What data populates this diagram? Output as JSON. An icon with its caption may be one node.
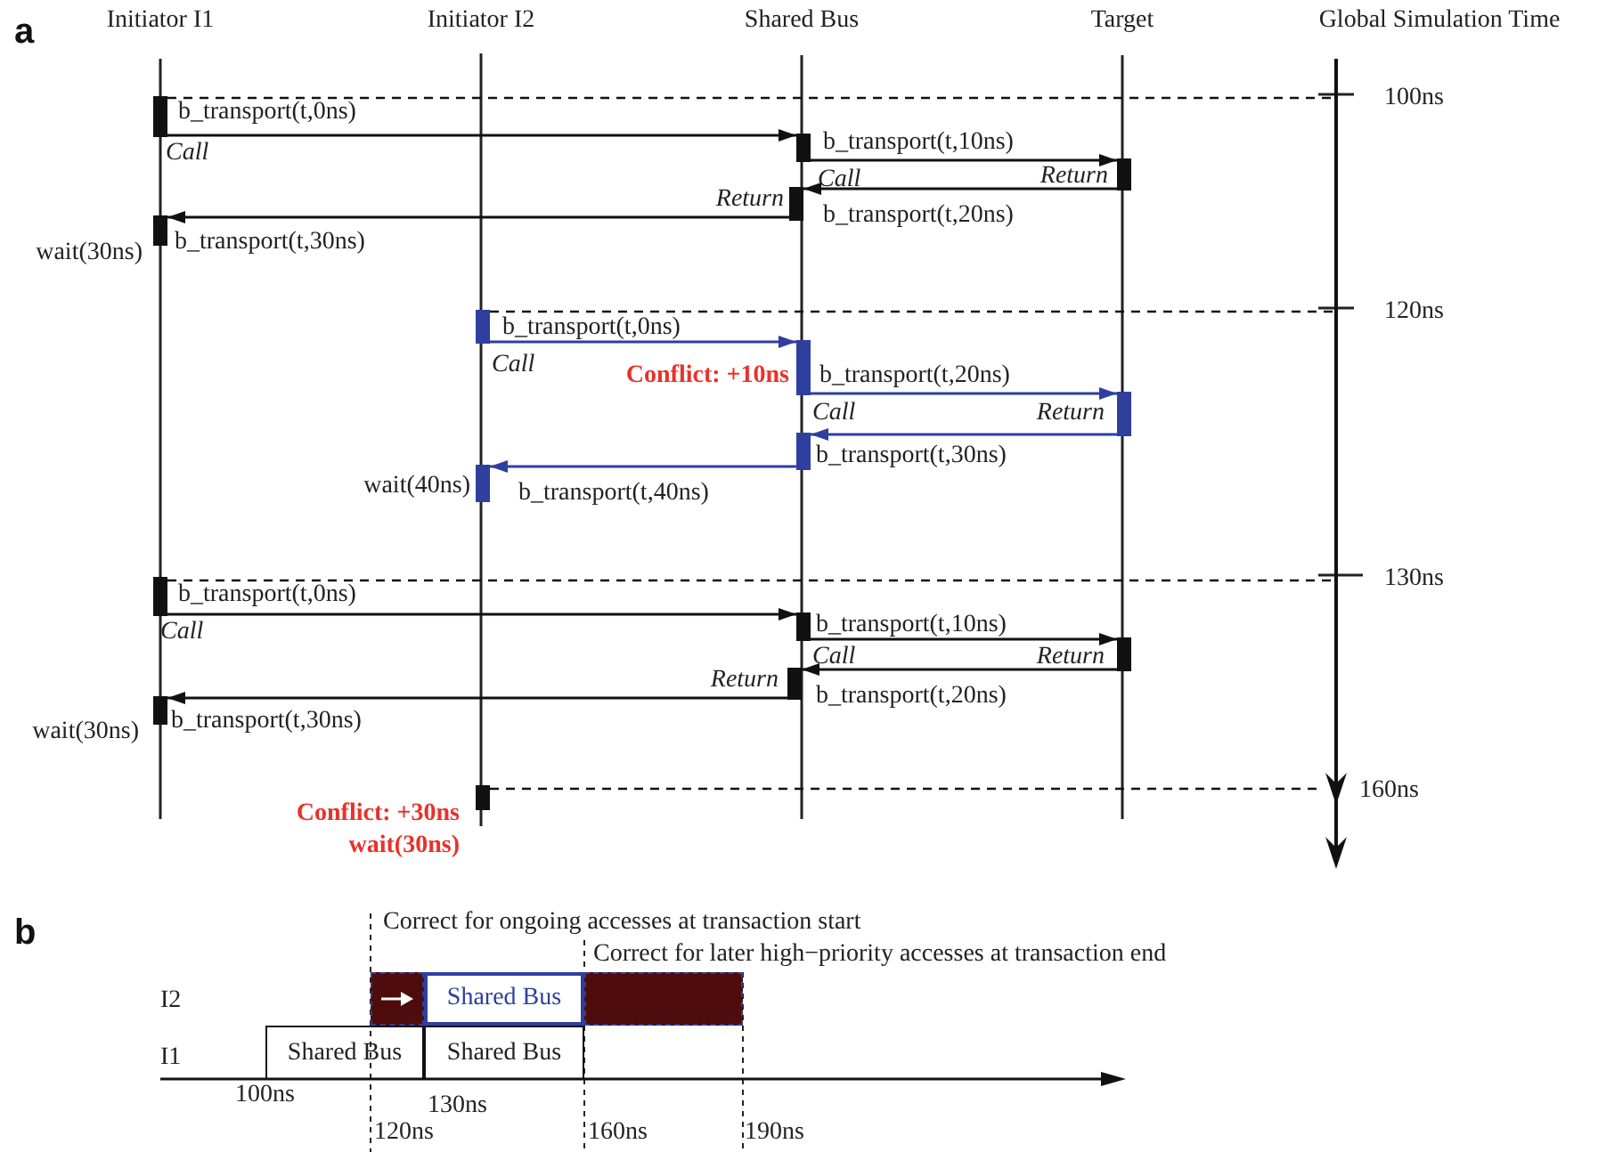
{
  "diagram": {
    "nodes": [
      {
        "text": [
          "Initiator I1"
        ]
      },
      {
        "text": [
          "Initiator I2"
        ]
      },
      {
        "text": [
          "Shared Bus"
        ]
      },
      {
        "text": [
          "Target"
        ]
      },
      {
        "text": [
          "Global Simulation Time"
        ]
      },
      {
        "text": [],
        "shape": "bar",
        "beside": [
          "b_transport(t,0ns)"
        ]
      },
      {
        "text": [],
        "shape": "bar",
        "beside": [
          "b_transport(t,10ns)"
        ]
      },
      {
        "text": [],
        "shape": "bar"
      },
      {
        "text": [],
        "shape": "bar",
        "beside": [
          "b_transport(t,20ns)"
        ]
      },
      {
        "text": [],
        "shape": "bar",
        "beside": [
          "wait(30ns)",
          "b_transport(t,30ns)"
        ]
      },
      {
        "text": [],
        "shape": "bar",
        "beside": [
          "b_transport(t,0ns)"
        ]
      },
      {
        "text": [],
        "shape": "bar",
        "beside": [
          "Conflict: +10ns",
          "b_transport(t,20ns)"
        ]
      },
      {
        "text": [],
        "shape": "bar"
      },
      {
        "text": [],
        "shape": "bar",
        "beside": [
          "b_transport(t,30ns)"
        ]
      },
      {
        "text": [],
        "shape": "bar",
        "beside": [
          "wait(40ns)",
          "b_transport(t,40ns)"
        ]
      },
      {
        "text": [],
        "shape": "bar",
        "beside": [
          "b_transport(t,0ns)"
        ]
      },
      {
        "text": [],
        "shape": "bar",
        "beside": [
          "b_transport(t,10ns)"
        ]
      },
      {
        "text": [],
        "shape": "bar"
      },
      {
        "text": [],
        "shape": "bar",
        "beside": [
          "b_transport(t,20ns)"
        ]
      },
      {
        "text": [],
        "shape": "bar",
        "beside": [
          "wait(30ns)",
          "b_transport(t,30ns)"
        ]
      },
      {
        "text": [],
        "shape": "bar",
        "beside": [
          "Conflict: +30ns",
          "wait(30ns)"
        ]
      },
      {
        "text": [
          "Shared Bus"
        ]
      },
      {
        "text": [
          "Shared Bus"
        ]
      },
      {
        "text": [],
        "shape": "box"
      },
      {
        "text": [
          "Shared Bus"
        ]
      },
      {
        "text": [],
        "shape": "box"
      }
    ],
    "edges": [
      {
        "from": 5,
        "to": 6,
        "arrow": "to",
        "label": "Call"
      },
      {
        "from": 6,
        "to": 7,
        "arrow": "to",
        "label": "Call"
      },
      {
        "from": 7,
        "to": 8,
        "arrow": "to",
        "label": "Return"
      },
      {
        "from": 8,
        "to": 9,
        "arrow": "to",
        "label": "Return"
      },
      {
        "from": 10,
        "to": 11,
        "arrow": "to",
        "label": "Call",
        "color": "#2e3f9e"
      },
      {
        "from": 11,
        "to": 12,
        "arrow": "to",
        "label": "Call",
        "color": "#2e3f9e"
      },
      {
        "from": 12,
        "to": 13,
        "arrow": "to",
        "label": "Return",
        "color": "#2e3f9e"
      },
      {
        "from": 13,
        "to": 14,
        "arrow": "to",
        "color": "#2e3f9e"
      },
      {
        "from": 15,
        "to": 16,
        "arrow": "to",
        "label": "Call"
      },
      {
        "from": 16,
        "to": 17,
        "arrow": "to",
        "label": "Call"
      },
      {
        "from": 17,
        "to": 18,
        "arrow": "to",
        "label": "Return"
      },
      {
        "from": 18,
        "to": 19,
        "arrow": "to",
        "label": "Return"
      },
      {
        "from": 5,
        "to": 4,
        "arrow": "none",
        "style": "dashed"
      },
      {
        "from": 10,
        "to": 4,
        "arrow": "none",
        "style": "dashed"
      },
      {
        "from": 15,
        "to": 4,
        "arrow": "none",
        "style": "dashed"
      },
      {
        "from": 20,
        "to": 4,
        "arrow": "none",
        "style": "dashed"
      }
    ],
    "labels": [
      "a",
      "100ns",
      "120ns",
      "130ns",
      "160ns",
      "b",
      "Correct for ongoing accesses at transaction start",
      "Correct for later high−priority accesses at transaction end",
      "I2",
      "I1",
      "100ns",
      "130ns",
      "120ns",
      "160ns",
      "190ns"
    ]
  }
}
